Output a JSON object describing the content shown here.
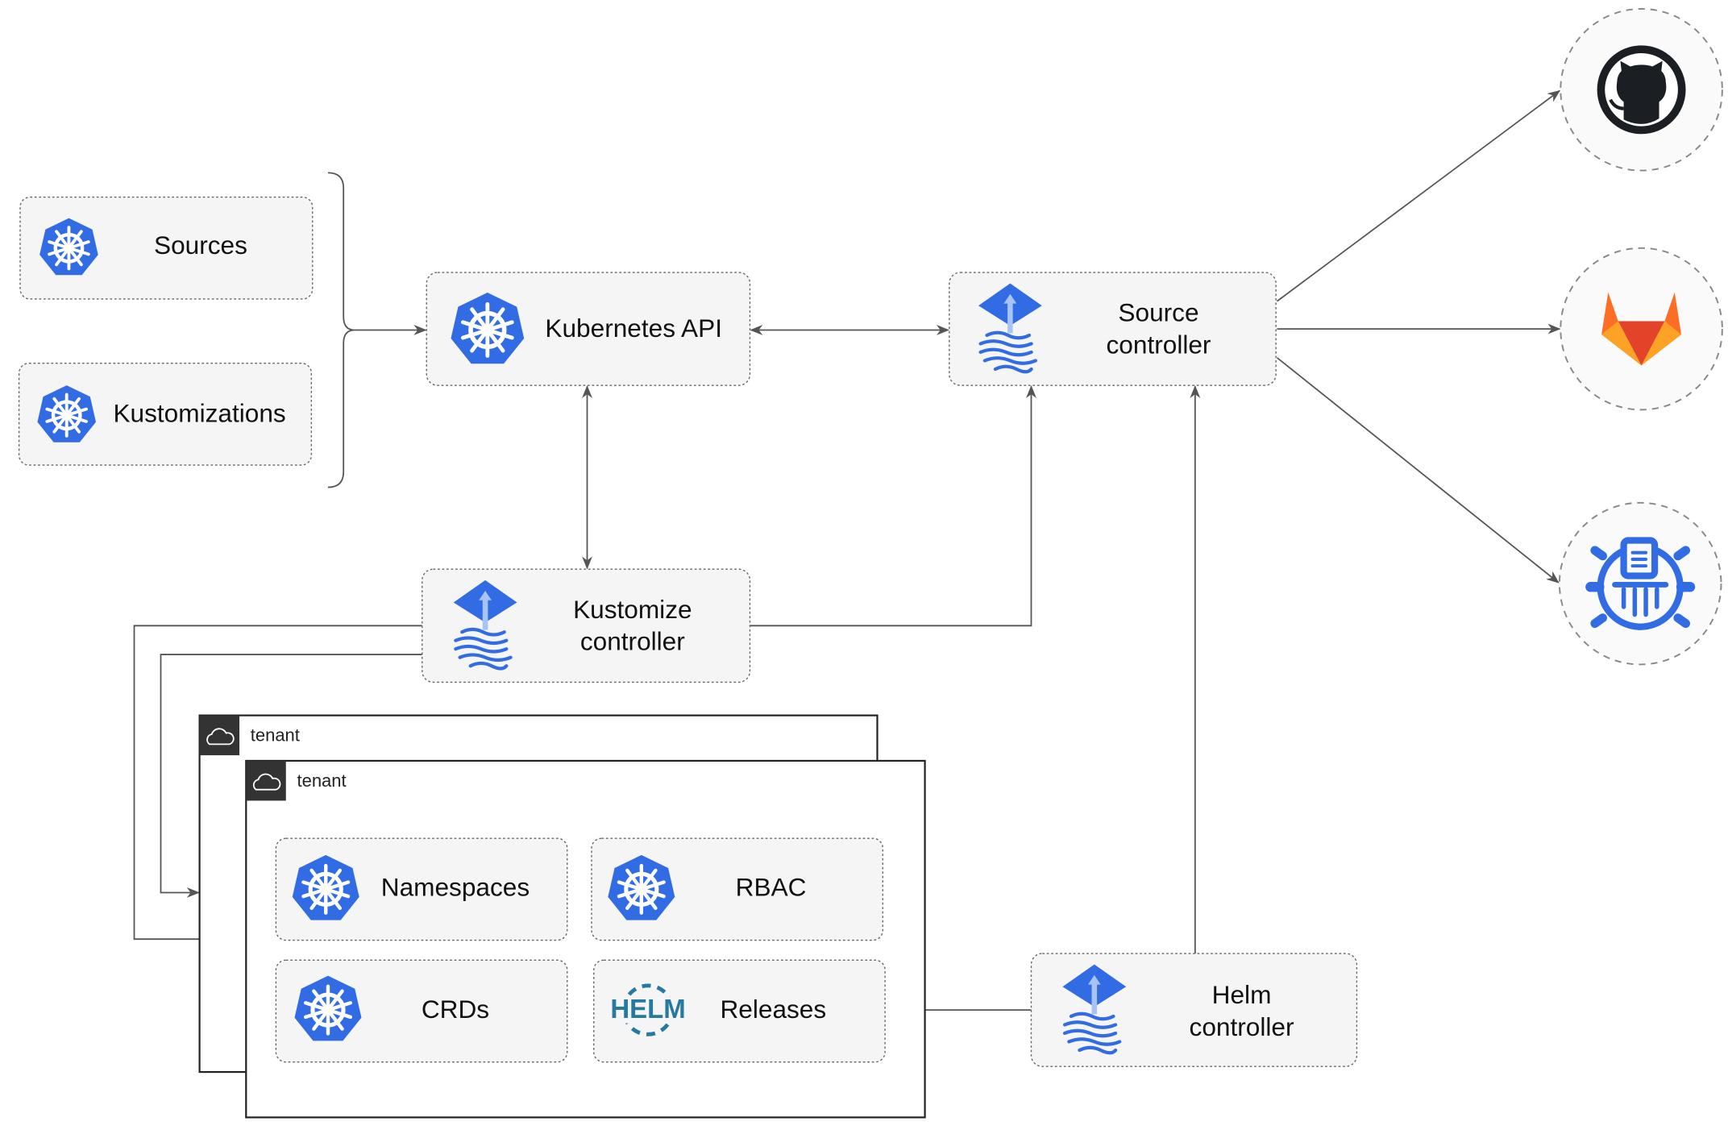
{
  "nodes": {
    "sources": "Sources",
    "kustomizations": "Kustomizations",
    "kubernetes_api": "Kubernetes API",
    "source_controller": [
      "Source",
      "controller"
    ],
    "kustomize_controller": [
      "Kustomize",
      "controller"
    ],
    "helm_controller": [
      "Helm",
      "controller"
    ],
    "namespaces": "Namespaces",
    "rbac": "RBAC",
    "crds": "CRDs",
    "releases": "Releases"
  },
  "tenants": [
    "tenant",
    "tenant"
  ],
  "helm_logo_text": "HELM",
  "external": [
    "github-icon",
    "gitlab-icon",
    "helm-repository-icon"
  ],
  "colors": {
    "k8s_blue": "#326CE5",
    "helm_teal": "#277A9F",
    "gitlab_orange": "#FC6D26",
    "border": "#666666"
  }
}
